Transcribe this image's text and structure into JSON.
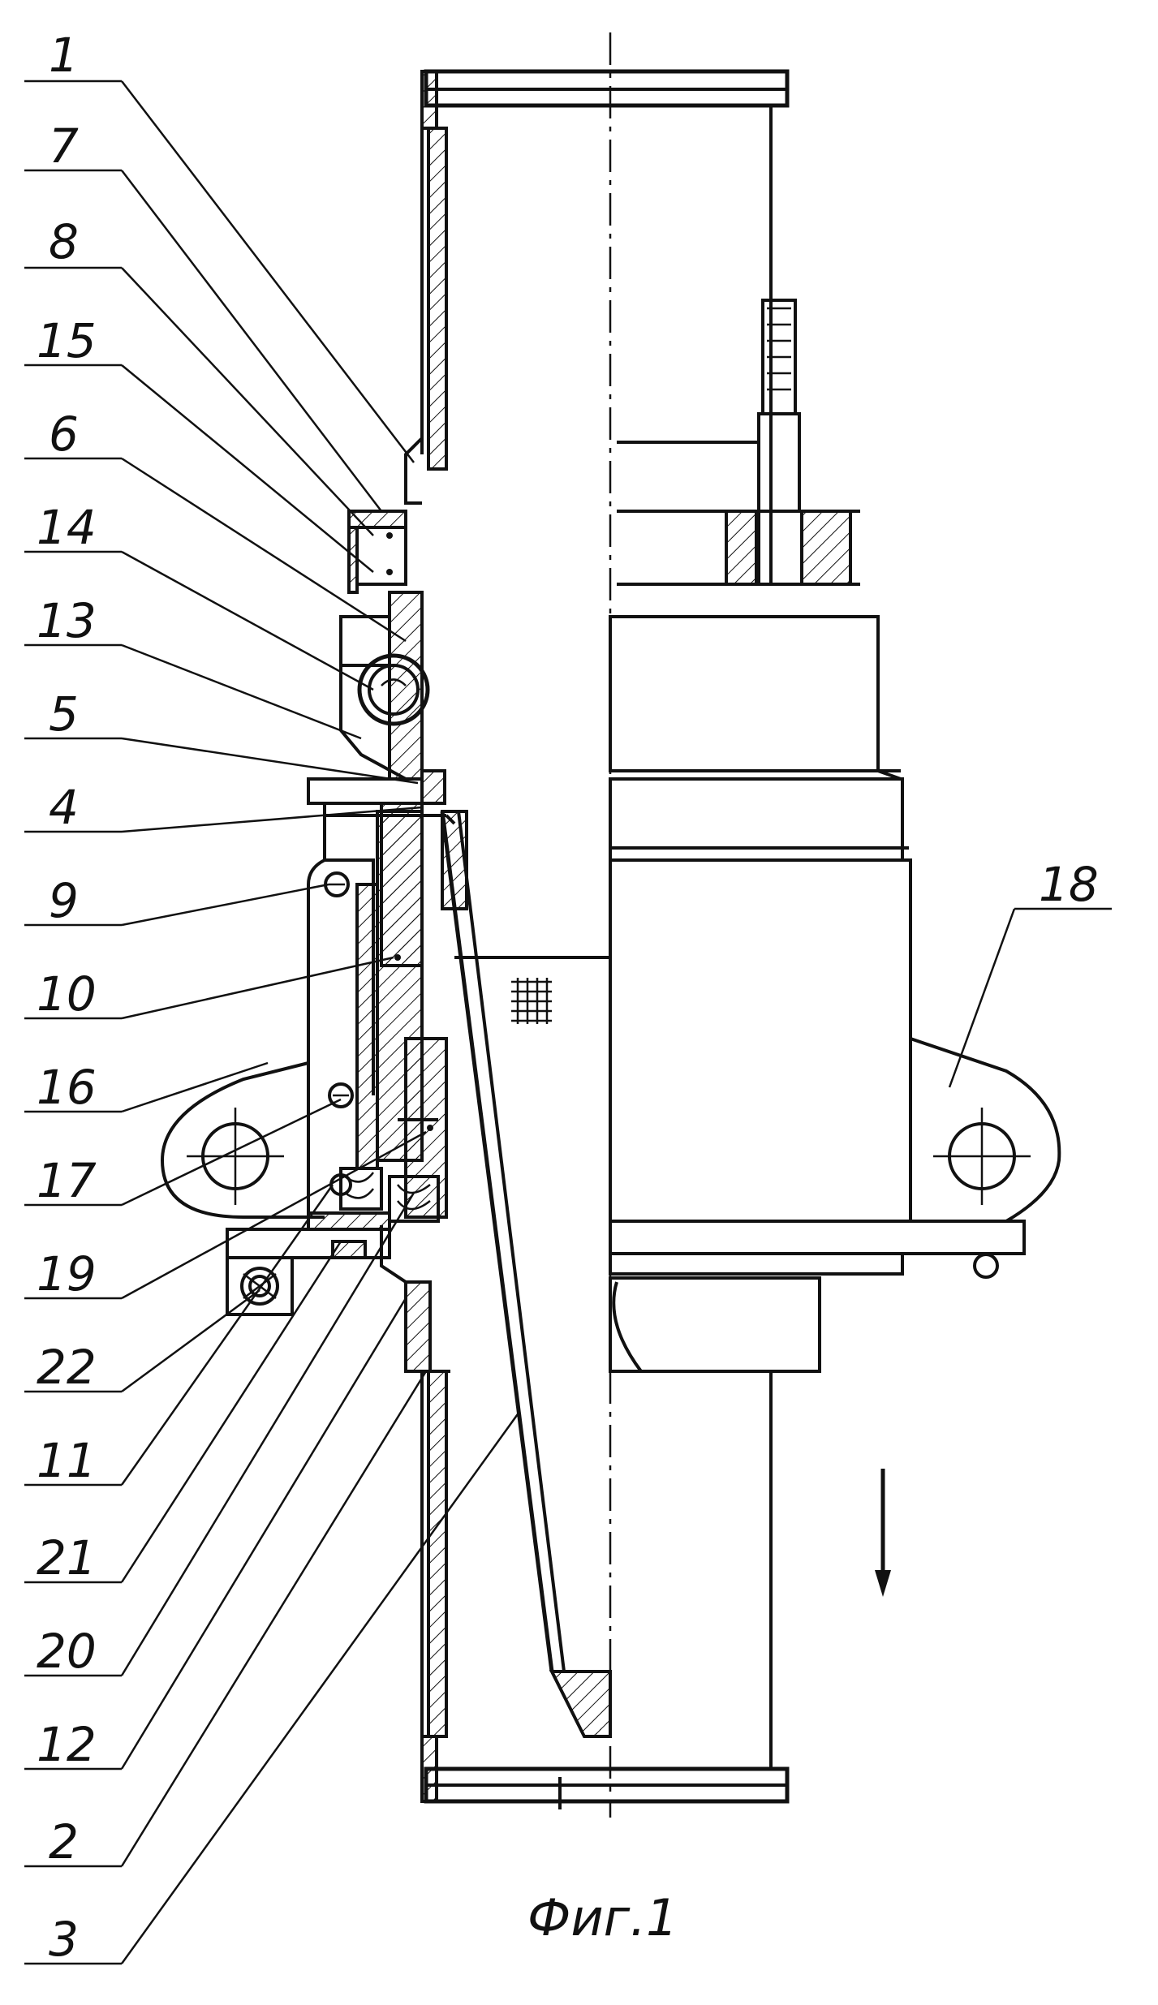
{
  "figure": {
    "caption": "Фиг.1",
    "callouts_left": [
      "1",
      "7",
      "8",
      "15",
      "6",
      "14",
      "13",
      "5",
      "4",
      "9",
      "10",
      "16",
      "17",
      "19",
      "22",
      "11",
      "21",
      "20",
      "12",
      "2",
      "3"
    ],
    "callout_right": "18"
  }
}
